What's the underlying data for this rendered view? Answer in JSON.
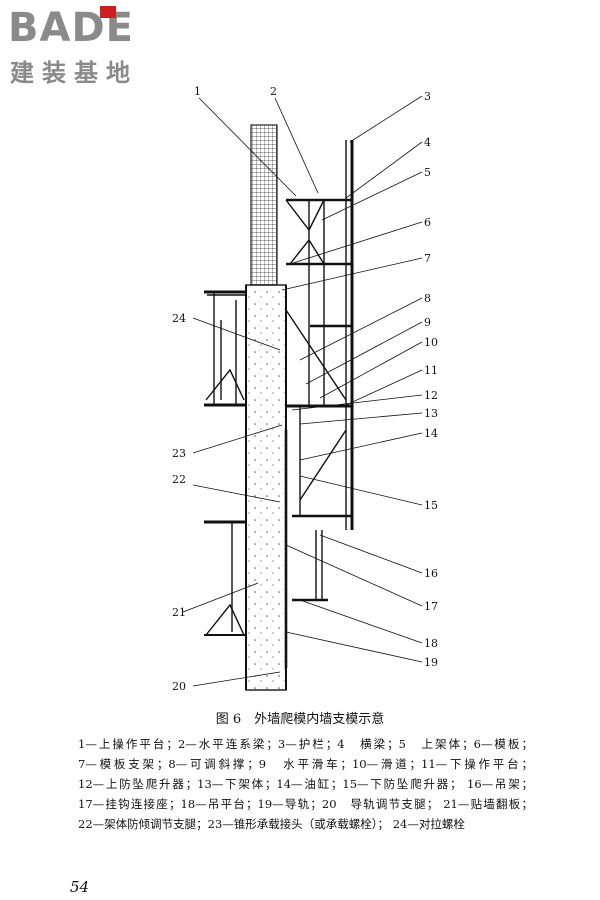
{
  "logo": {
    "brand": "BADE",
    "subtitle": "建装基地"
  },
  "callouts": [
    "1",
    "2",
    "3",
    "4",
    "5",
    "6",
    "7",
    "8",
    "9",
    "10",
    "11",
    "12",
    "13",
    "14",
    "15",
    "16",
    "17",
    "18",
    "19",
    "20",
    "21",
    "22",
    "23",
    "24"
  ],
  "caption": "图 6　外墙爬模内墙支模示意",
  "legend": [
    "1—上操作平台；",
    "2—水平连系梁；",
    "3—护栏；",
    "4　横梁；",
    "5　上架体；",
    "6—模板；",
    "7—模板支架；",
    "8—可调斜撑；",
    "9　水平滑车；",
    "10—滑道；",
    "11—下操作平台；",
    "12—上防坠爬升器；",
    "13—下架体；",
    "14—油缸；",
    "15—下防坠爬升器；",
    "16—吊架；",
    "17—挂钩连接座；",
    "18—吊平台；",
    "19—导轨；",
    "20　导轨调节支腿；",
    "21—贴墙翻板；",
    "22—架体防倾调节支腿；",
    "23—锥形承载接头（或承载螺栓）；",
    "24—对拉螺栓"
  ],
  "page_number": "54"
}
